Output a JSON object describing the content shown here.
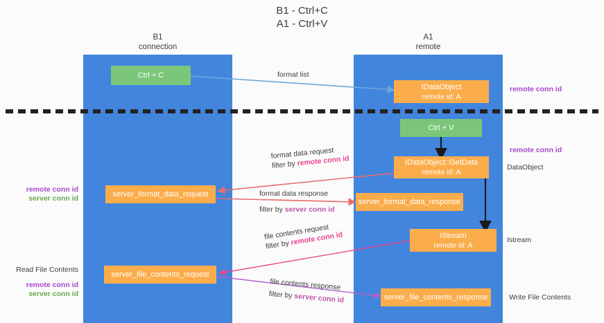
{
  "diagram": {
    "title_line1": "B1 - Ctrl+C",
    "title_line2": "A1 - Ctrl+V",
    "columns": [
      {
        "name": "B1",
        "role": "connection"
      },
      {
        "name": "A1",
        "role": "remote"
      }
    ],
    "colors": {
      "lane": "#4285dd",
      "green_node": "#7bc67b",
      "orange_node": "#fbad4b",
      "purple_text": "#a64ac9",
      "green_text": "#6aa84f",
      "magenta_text": "#e8468f",
      "pink_text": "#c155a8",
      "red_arrow": "#ea6b6b",
      "blue_arrow": "#6fa8dc",
      "black_arrow": "#1a1a1a",
      "page_background": "#fbfbfb"
    },
    "nodes": {
      "ctrl_c": {
        "label": "Ctrl + C"
      },
      "idataobject": {
        "line1": "IDataObject",
        "line2": "remote id: A"
      },
      "ctrl_v": {
        "label": "Ctrl + V"
      },
      "getdata": {
        "line1": "IDataObject::GetData",
        "line2": "remote id: A"
      },
      "server_format_data_request": {
        "label": "server_format_data_request"
      },
      "server_format_data_response": {
        "label": "server_format_data_response"
      },
      "istream": {
        "line1": "IStream",
        "line2": "remote id: A"
      },
      "server_file_contents_request": {
        "label": "server_file_contents_request"
      },
      "server_file_contents_response": {
        "label": "server_file_contents_response"
      }
    },
    "edge_labels": {
      "format_list": "format list",
      "format_data_request": "format data request",
      "format_data_request_filter_prefix": "filter by ",
      "format_data_request_filter_key": "remote conn id",
      "format_data_response": "format data response",
      "format_data_response_filter_prefix": "filter by ",
      "format_data_response_filter_key": "server conn id",
      "file_contents_request": "file contents request",
      "file_contents_request_filter_prefix": "filter by ",
      "file_contents_request_filter_key": "remote conn id",
      "file_contents_response": "file contents response",
      "file_contents_response_filter_prefix": "filter by ",
      "file_contents_response_filter_key": "server conn id"
    },
    "right_labels": {
      "remote_conn_id_top": "remote conn id",
      "remote_conn_id_mid": "remote conn id",
      "dataobject": "DataObject",
      "istream": "Istream",
      "write_file_contents": "Write File Contents"
    },
    "left_labels": {
      "remote_conn_id": "remote conn id",
      "server_conn_id": "server conn id",
      "read_file_contents": "Read File Contents",
      "remote_conn_id_2": "remote conn id",
      "server_conn_id_2": "server conn id"
    }
  }
}
